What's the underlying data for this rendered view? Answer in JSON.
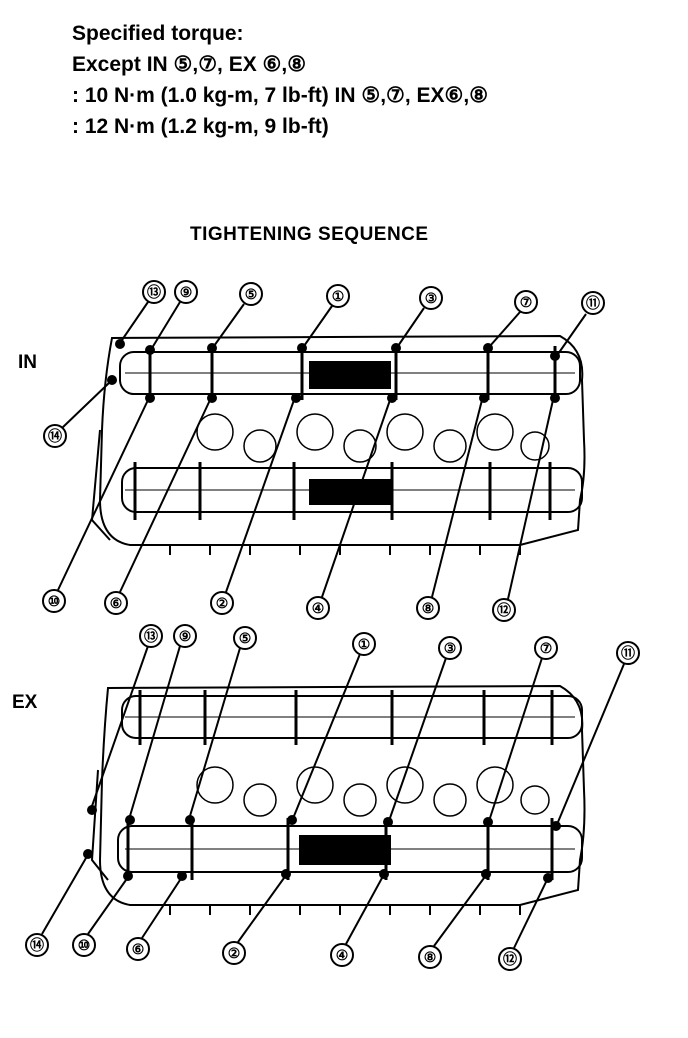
{
  "spec": {
    "line1": "Specified torque:",
    "line2": "Except IN ⑤,⑦, EX ⑥,⑧",
    "line3": ": 10 N·m (1.0 kg-m, 7 lb-ft) IN ⑤,⑦, EX⑥,⑧",
    "line4": ": 12 N·m (1.2 kg-m, 9 lb-ft)"
  },
  "title": "TIGHTENING SEQUENCE",
  "sections": {
    "in": {
      "label": "IN"
    },
    "ex": {
      "label": "EX"
    }
  },
  "callouts": {
    "in": [
      "⑬",
      "⑨",
      "⑤",
      "①",
      "③",
      "⑦",
      "⑪",
      "⑭",
      "⑩",
      "⑥",
      "②",
      "④",
      "⑧",
      "⑫"
    ],
    "ex": [
      "⑬",
      "⑨",
      "⑤",
      "①",
      "③",
      "⑦",
      "⑪",
      "⑭",
      "⑩",
      "⑥",
      "②",
      "④",
      "⑧",
      "⑫"
    ]
  },
  "colors": {
    "ink": "#000000",
    "paper": "#ffffff"
  }
}
